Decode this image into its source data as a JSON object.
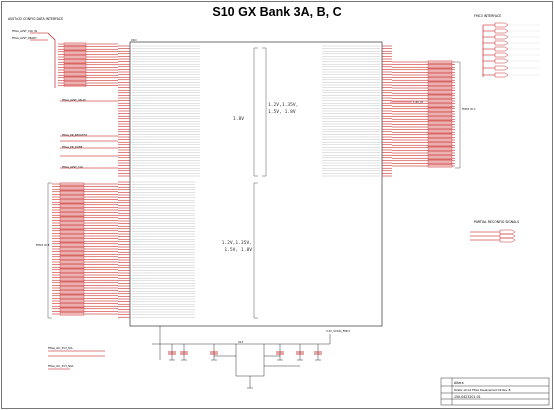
{
  "sheet": {
    "title": "S10 GX Bank 3A, B, C",
    "ic_ref": "U1D",
    "left_section_title": "AVSTx32 CONFIG DATA INTERFACE",
    "right_section_title": "FMC3 INTERFACE",
    "right_mid_section_title": "PARTIAL RECONFIG SIGNALS",
    "top_right_net": "1.8V_IO",
    "bottom_net": "3.3V_VCCIO_FMC3",
    "left_bus_label": "FMC3 IO A",
    "left_bus_label2": "FMC3 IO B",
    "right_bus_label": "FMC3 IO C",
    "bank_voltage_a": "1.8V",
    "bank_voltage_b_line1": "1.2V,1.35V,",
    "bank_voltage_b_line2": "1.5V, 1.8V",
    "bank_voltage_c_line1": "1.2V,1.35V,",
    "bank_voltage_c_line2": "1.5V, 1.8V",
    "regulator_ref": "U13",
    "title_block_company": "Altera",
    "title_block_line": "Stratix 10 GX FPGA Development Kit Rev. B",
    "title_block_doc": "150-0423201-01"
  }
}
